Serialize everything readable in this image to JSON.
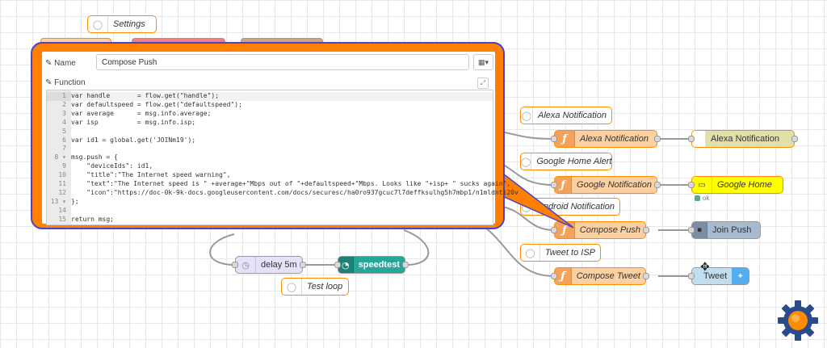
{
  "colors": {
    "accent": "#ff7f00",
    "border": "#4a45c8",
    "function_fill": "#fdd0a2",
    "function_icon": "#f4a259",
    "speedtest": "#26a69a",
    "delay": "#e6e0f8",
    "home": "#ffff00",
    "alexa": "#e2e0aa",
    "push": "#a6bbcf",
    "tweet": "#c0deed"
  },
  "comments": {
    "settings": "Settings",
    "alexa": "Alexa Notification",
    "google_alert": "Google Home Alert",
    "android": "Android Notification",
    "tweet_isp": "Tweet to ISP",
    "test_loop": "Test loop"
  },
  "functions": {
    "alexa": "Alexa Notification",
    "google": "Google Notification",
    "push": "Compose Push",
    "tweet": "Compose Tweet"
  },
  "outputs": {
    "alexa": "Alexa Notification",
    "google": "Google Home",
    "google_status": "ok",
    "join": "Join Push",
    "tweet": "Tweet"
  },
  "flow": {
    "delay": "delay 5m",
    "speedtest": "speedtest"
  },
  "editor": {
    "name_label": "Name",
    "name_value": "Compose Push",
    "function_label": "Function",
    "code": [
      {
        "n": "1",
        "t": "var handle       = flow.get(\"handle\");"
      },
      {
        "n": "2",
        "t": "var defaultspeed = flow.get(\"defaultspeed\");"
      },
      {
        "n": "3",
        "t": "var average      = msg.info.average;"
      },
      {
        "n": "4",
        "t": "var isp          = msg.info.isp;"
      },
      {
        "n": "5",
        "t": ""
      },
      {
        "n": "6",
        "t": "var id1 = global.get('JOINm19');"
      },
      {
        "n": "7",
        "t": ""
      },
      {
        "n": "8 ▾",
        "t": "msg.push = {"
      },
      {
        "n": "9",
        "t": "    \"deviceIds\": id1,"
      },
      {
        "n": "10",
        "t": "    \"title\":\"The Internet speed warning\","
      },
      {
        "n": "11",
        "t": "    \"text\":\"The Internet speed is \" +average+\"Mbps out of \"+defaultspeed+\"Mbps. Looks like \"+isp+ \" sucks again\","
      },
      {
        "n": "12",
        "t": "    \"icon\":\"https://doc-0k-9k-docs.googleusercontent.com/docs/securesc/ha0ro937gcuc7l7deffksulhg5h7mbp1/n1mldnti20v"
      },
      {
        "n": "13 ▾",
        "t": "};"
      },
      {
        "n": "14",
        "t": ""
      },
      {
        "n": "15",
        "t": "return msg;"
      }
    ]
  }
}
